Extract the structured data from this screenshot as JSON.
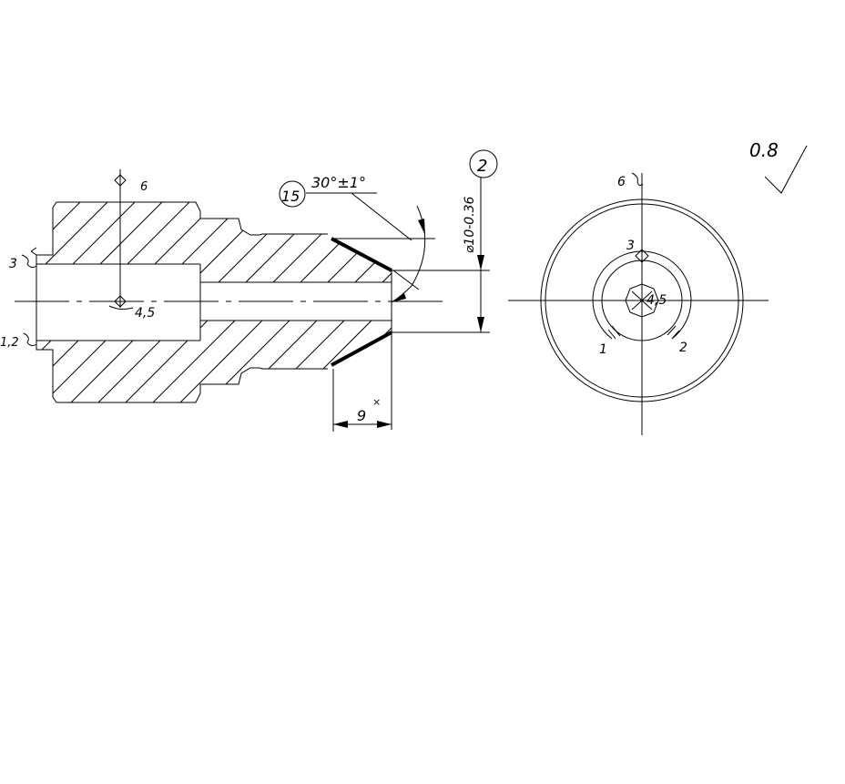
{
  "drawing": {
    "roughness_symbol": {
      "value": "0.8"
    },
    "section_view": {
      "balloon_15": "15",
      "balloon_2": "2",
      "angle_callout": "30°±1°",
      "diameter_callout": "⌀10-0.36",
      "length_callout": "9",
      "length_callout_mark": "×",
      "label_6": "6",
      "label_3": "3",
      "label_12": "1,2",
      "label_45": "4,5"
    },
    "end_view": {
      "label_6": "6",
      "label_3": "3",
      "label_45": "4,5",
      "label_1": "1",
      "label_2": "2"
    }
  }
}
